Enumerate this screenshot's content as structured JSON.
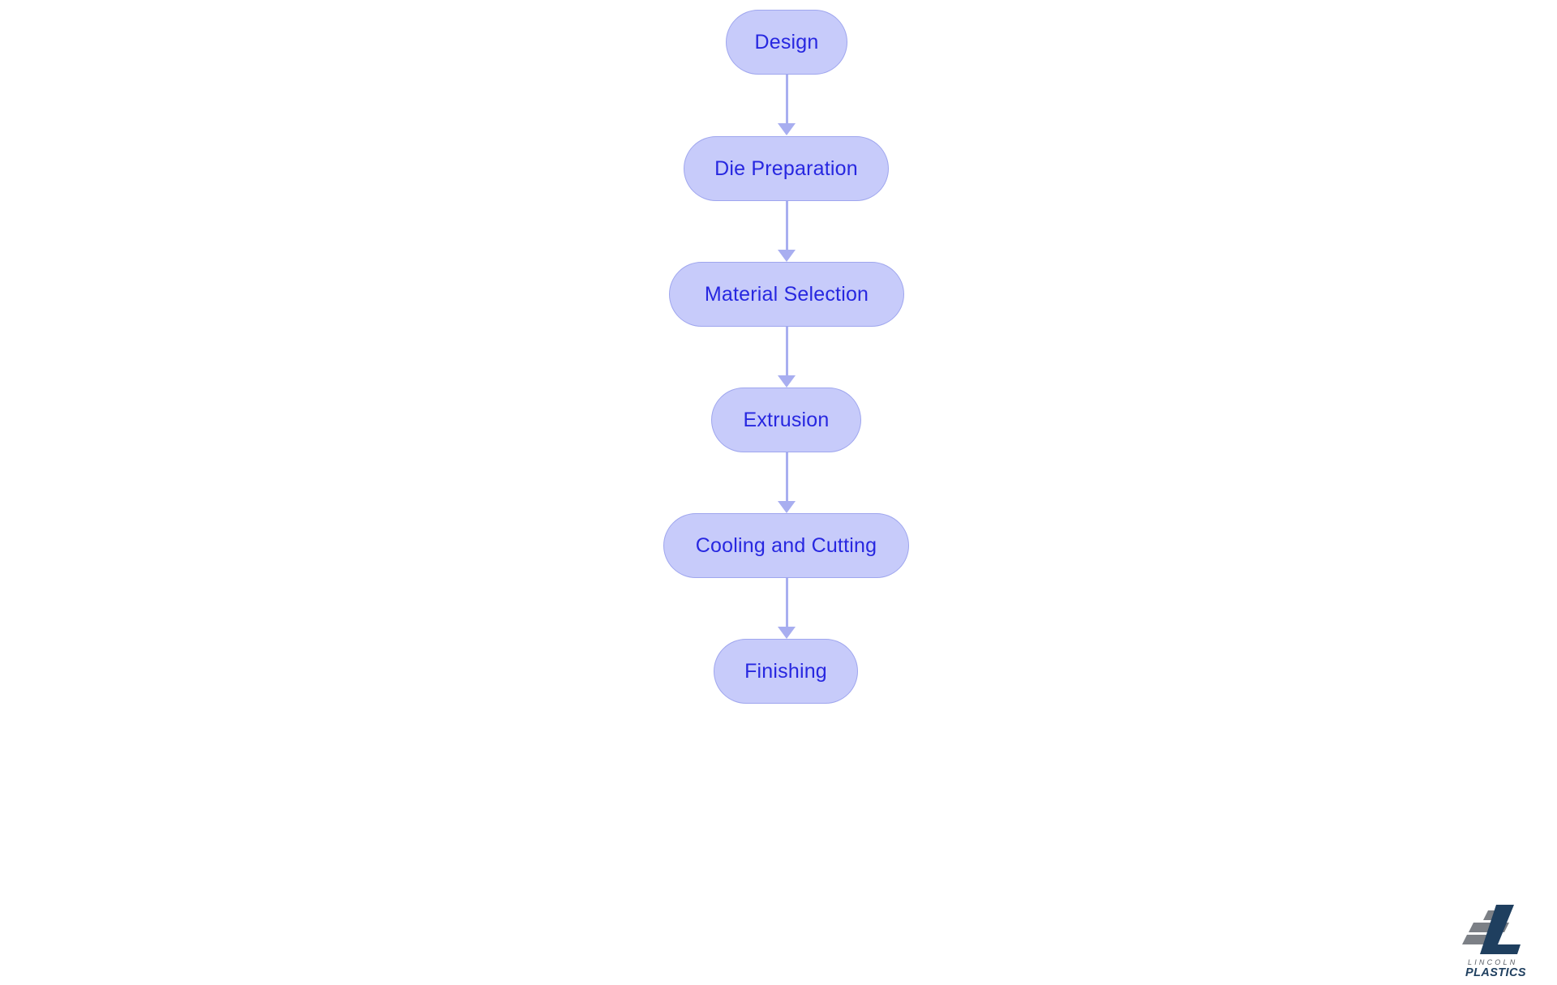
{
  "diagram": {
    "type": "flowchart",
    "orientation": "vertical-top-to-bottom",
    "title": "",
    "background_color": "#ffffff",
    "node_fill_color": "#c7cbfa",
    "node_border_color": "#9fa6ee",
    "node_text_color": "#2727e0",
    "connector_color": "#a8aef0",
    "nodes": [
      {
        "id": "design",
        "label": "Design",
        "shape": "stadium",
        "order": 1
      },
      {
        "id": "die-preparation",
        "label": "Die Preparation",
        "shape": "stadium",
        "order": 2
      },
      {
        "id": "material-selection",
        "label": "Material Selection",
        "shape": "stadium",
        "order": 3
      },
      {
        "id": "extrusion",
        "label": "Extrusion",
        "shape": "stadium",
        "order": 4
      },
      {
        "id": "cooling-and-cutting",
        "label": "Cooling and Cutting",
        "shape": "stadium",
        "order": 5
      },
      {
        "id": "finishing",
        "label": "Finishing",
        "shape": "stadium",
        "order": 6
      }
    ],
    "edges": [
      {
        "from": "design",
        "to": "die-preparation",
        "label": "",
        "arrow": "triangle"
      },
      {
        "from": "die-preparation",
        "to": "material-selection",
        "label": "",
        "arrow": "triangle"
      },
      {
        "from": "material-selection",
        "to": "extrusion",
        "label": "",
        "arrow": "triangle"
      },
      {
        "from": "extrusion",
        "to": "cooling-and-cutting",
        "label": "",
        "arrow": "triangle"
      },
      {
        "from": "cooling-and-cutting",
        "to": "finishing",
        "label": "",
        "arrow": "triangle"
      }
    ]
  },
  "logo": {
    "name": "lincoln-plastics-logo",
    "primary_text": "PLASTICS",
    "secondary_text": "L I N C O L N",
    "mark_letter": "L",
    "dark_color": "#1f3f5f",
    "gray_color": "#7c8086"
  }
}
